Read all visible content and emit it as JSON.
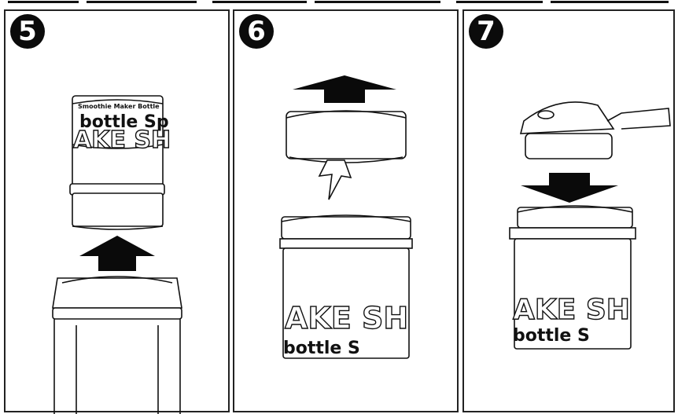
{
  "steps": [
    {
      "number": "5",
      "label_top_band": "Smoothie Maker Bottle",
      "label_middle": "bottle Sp",
      "label_band": "AKE SH"
    },
    {
      "number": "6",
      "label_band": "AKE SH",
      "label_bottom": "bottle S"
    },
    {
      "number": "7",
      "label_band": "AKE SH",
      "label_bottom": "bottle S"
    }
  ],
  "colors": {
    "ink": "#111111",
    "badge": "#0b0b0b",
    "arrow": "#0a0a0a"
  }
}
